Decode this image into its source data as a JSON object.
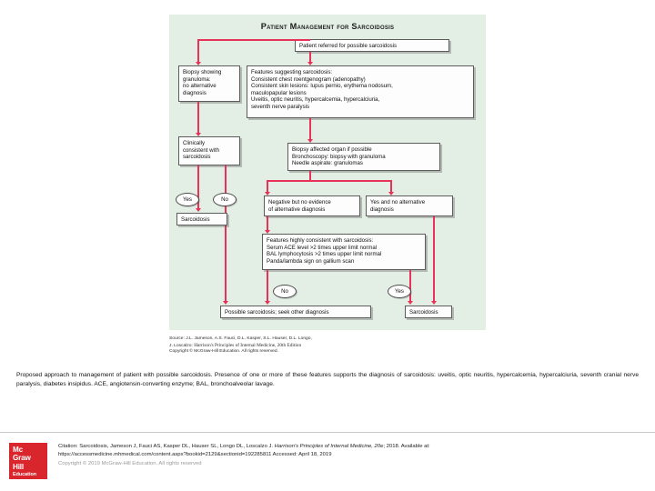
{
  "figure": {
    "title": "Patient Management for Sarcoidosis",
    "background_color": "#e3efe5",
    "arrow_color": "#e8325a",
    "nodes": {
      "referral": "Patient referred for possible sarcoidosis",
      "biopsy_granuloma": [
        "Biopsy showing",
        "granuloma:",
        "no alternative",
        "diagnosis"
      ],
      "features_suggesting": [
        "Features suggesting sarcoidosis:",
        "Consistent chest roentgenogram (adenopathy)",
        "Consistent skin lesions: lupus pernio, erythema nodosum,",
        "maculopapular lesions",
        "Uveitis, optic neuritis, hypercalcemia, hypercalciuria,",
        "seventh nerve paralysis"
      ],
      "clinically_consistent": [
        "Clinically",
        "consistent with",
        "sarcoidosis"
      ],
      "biopsy_affected_organ": [
        "Biopsy affected organ if possible",
        "Bronchoscopy: biopsy with granuloma",
        "Needle aspirate: granulomas"
      ],
      "negative_no_evidence": [
        "Negative but no evidence",
        "of alternative diagnosis"
      ],
      "yes_no_alternative": [
        "Yes and no alternative",
        "diagnosis"
      ],
      "features_highly_consistent": [
        "Features highly consistent with sarcoidosis:",
        "Serum ACE level >2 times upper limit normal",
        "BAL lymphocytosis >2 times upper limit normal",
        "Panda/lambda sign on gallium scan"
      ],
      "sarcoidosis_left": "Sarcoidosis",
      "possible_sarcoidosis": "Possible sarcoidosis; seek other diagnosis",
      "sarcoidosis_right": "Sarcoidosis"
    },
    "decisions": {
      "yes_upper": "Yes",
      "no_upper": "No",
      "no_lower": "No",
      "yes_lower": "Yes"
    },
    "source": {
      "line1": "Source: J.L. Jameson, A.S. Fauci, D.L. Kasper, S.L. Hauser, D.L. Longo,",
      "line2_prefix": "J. Loscalzo: ",
      "line2_title": "Harrison's Principles of Internal Medicine, 20th Edition",
      "line3": "Copyright © McGraw-Hill Education. All rights reserved."
    }
  },
  "caption": "Proposed approach to management of patient with possible sarcoidosis. Presence of one or more of these features supports the diagnosis of sarcoidosis: uveitis, optic neuritis, hypercalcemia, hypercalciuria, seventh cranial nerve paralysis, diabetes insipidus. ACE, angiotensin-converting enzyme; BAL, bronchoalveolar lavage.",
  "footer": {
    "logo": {
      "line1": "Mc",
      "line2": "Graw",
      "line3": "Hill",
      "line4": "Education",
      "color": "#d8262c"
    },
    "citation_prefix": "Citation: Sarcoidosis, Jameson J, Fauci AS, Kasper DL, Hauser SL, Longo DL, Loscalzo J. ",
    "citation_title": "Harrison's Principles of Internal Medicine, 20e",
    "citation_suffix": "; 2018. Available at:",
    "citation_url": "https://accessmedicine.mhmedical.com/content.aspx?bookid=2129&sectionid=192285811 Accessed: April 18, 2019",
    "copyright": "Copyright © 2019 McGraw-Hill Education. All rights reserved"
  }
}
